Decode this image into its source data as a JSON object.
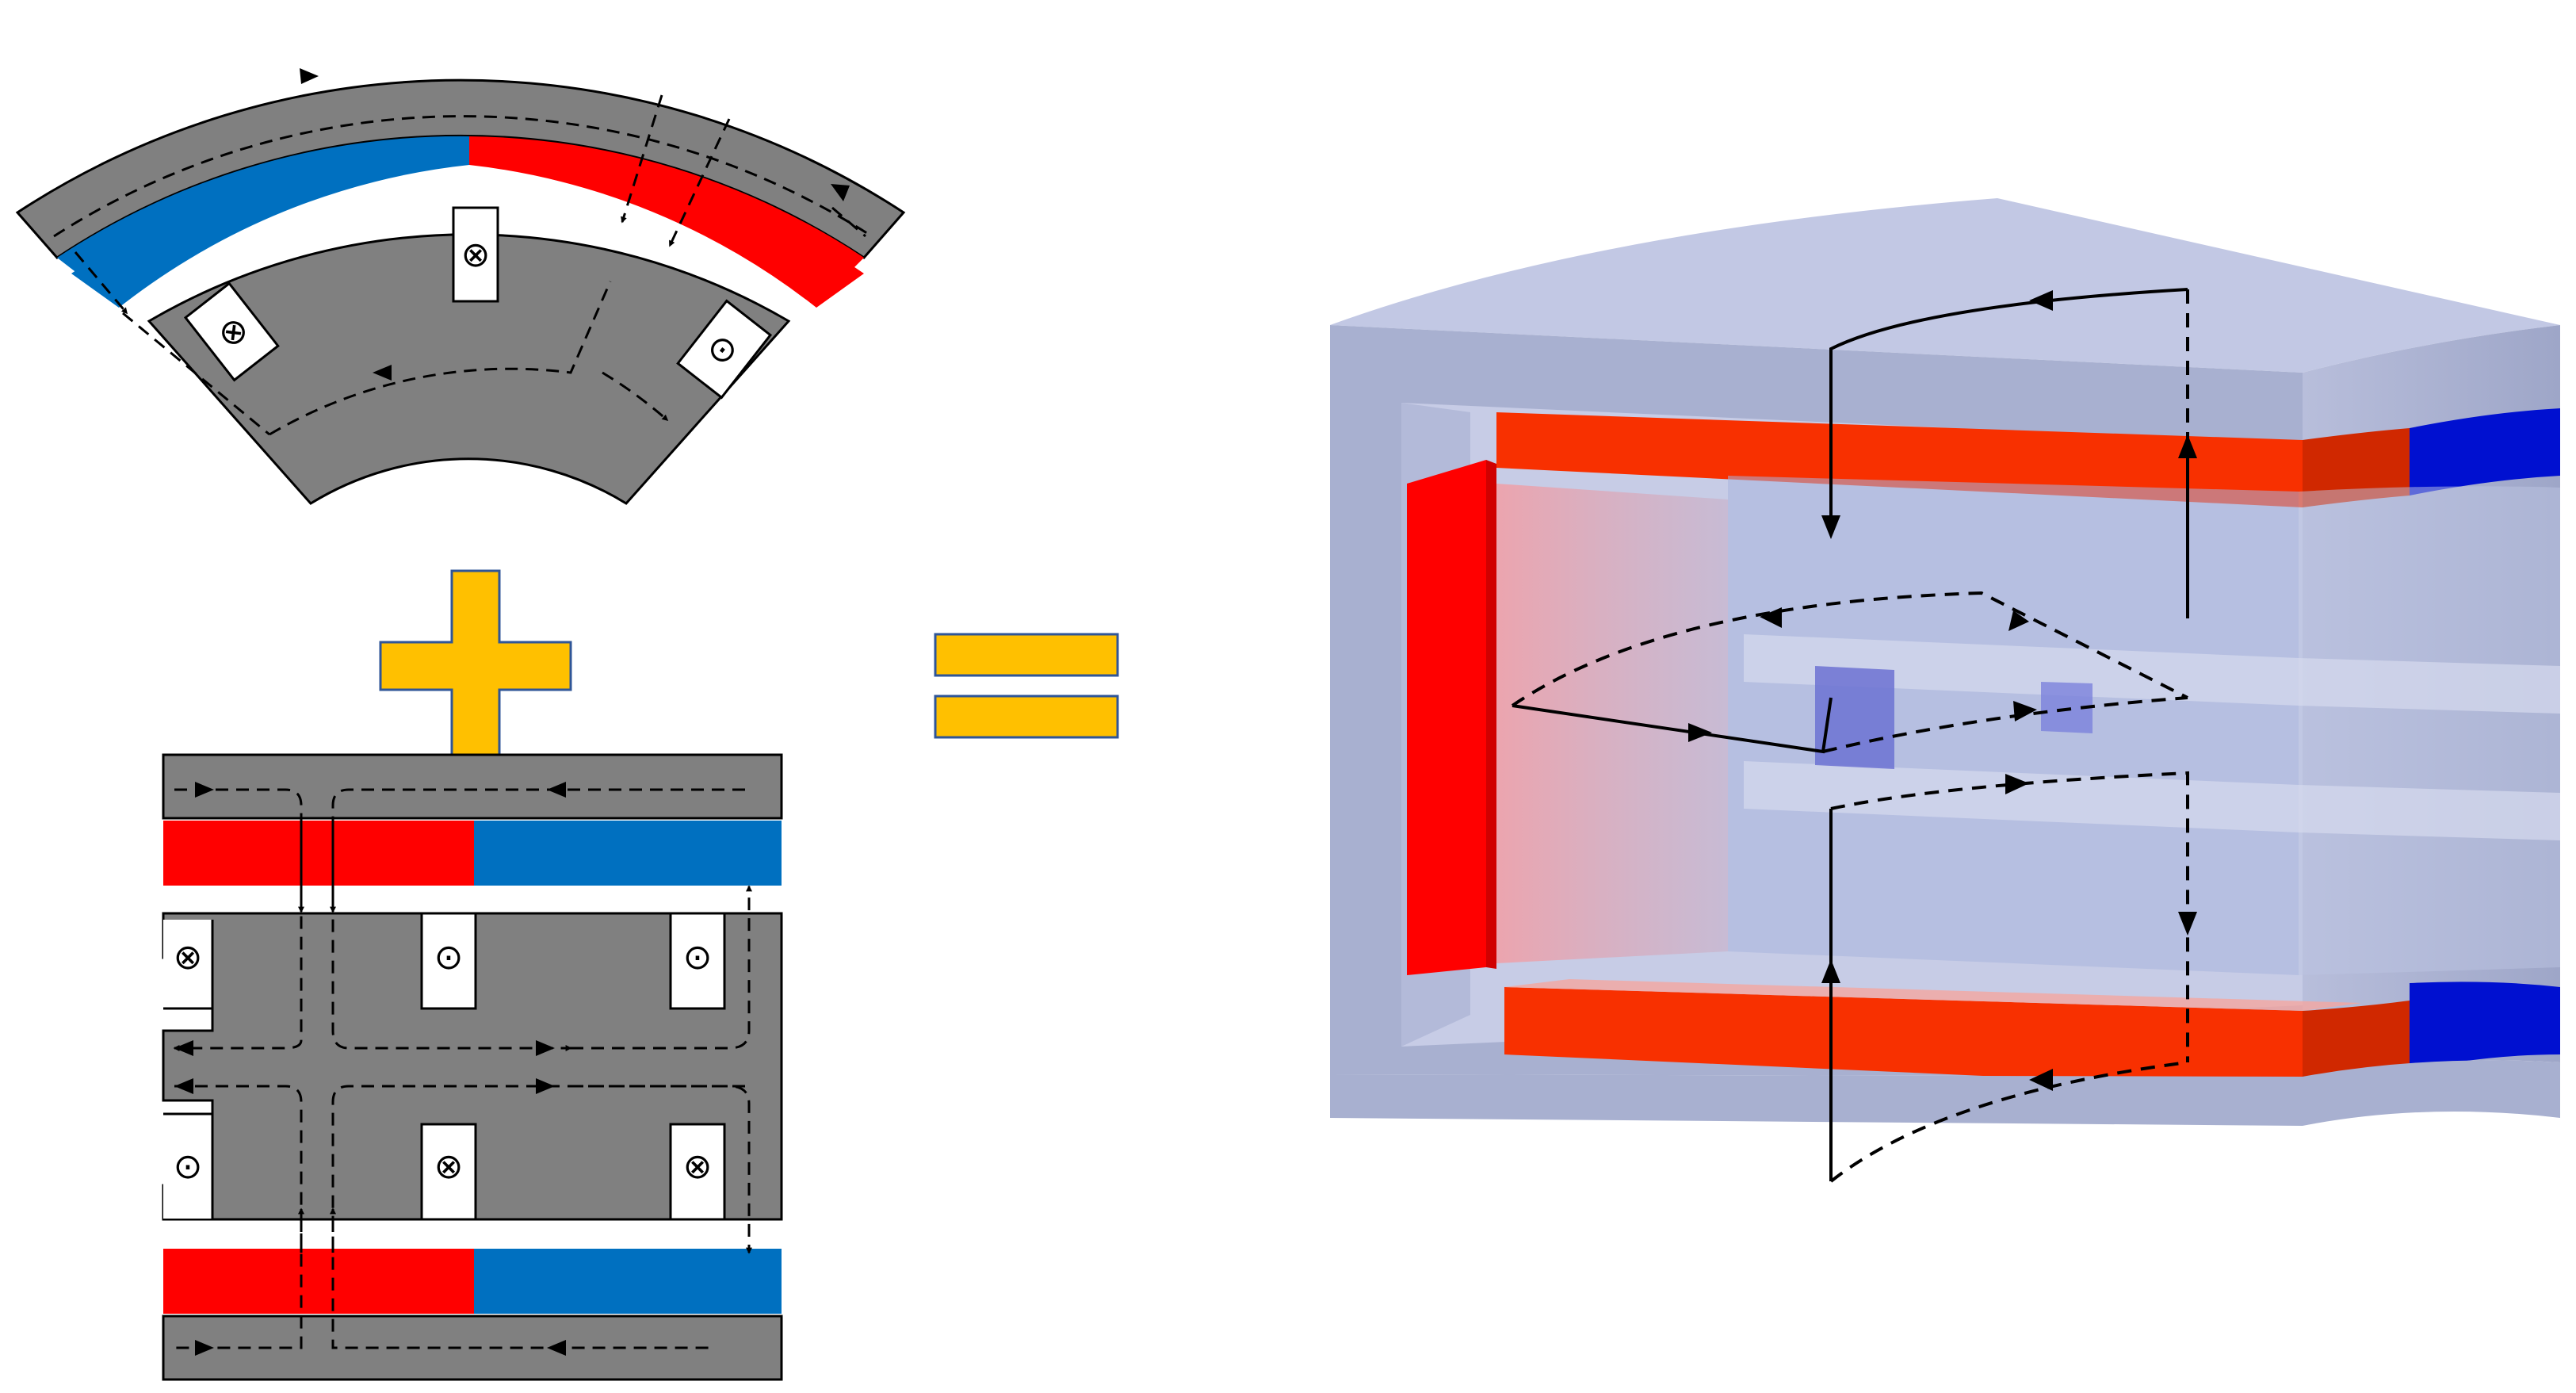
{
  "diagram": {
    "panels": [
      {
        "id": "arc-topology",
        "kind": "radial-flux segment"
      },
      {
        "id": "linear-topology",
        "kind": "axial-flux linear segment"
      },
      {
        "id": "hybrid-3d",
        "kind": "3d hybrid flux machine"
      }
    ],
    "operators": {
      "plus": "+",
      "equals": "="
    },
    "symbols": {
      "current_in": "⊗",
      "current_out": "⊙"
    },
    "colors": {
      "core": "#808080",
      "magnet_north": "#FF0000",
      "magnet_south": "#0070C0",
      "operator": "#FFC000",
      "housing": "#A8B0D0",
      "housing_top": "#C2C8E4",
      "magnet_3d_red": "#F83000",
      "magnet_3d_blue": "#0010D0",
      "flux_path": "#000000"
    }
  }
}
